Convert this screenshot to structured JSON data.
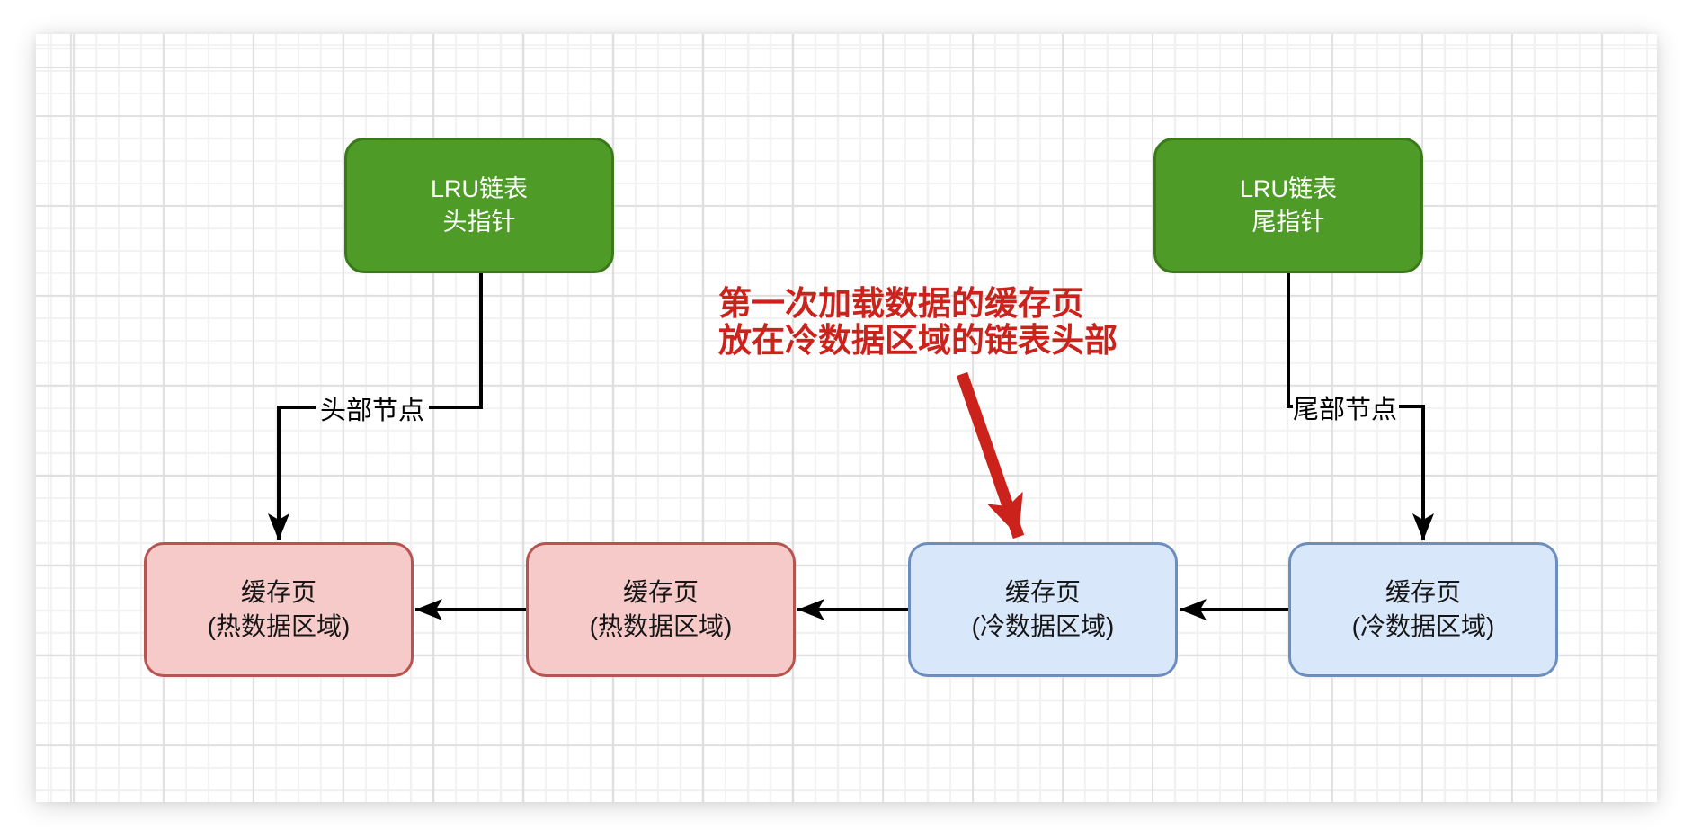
{
  "diagram": {
    "nodes": {
      "head_pointer": {
        "line1": "LRU链表",
        "line2": "头指针"
      },
      "tail_pointer": {
        "line1": "LRU链表",
        "line2": "尾指针"
      },
      "hot_page_1": {
        "line1": "缓存页",
        "line2": "(热数据区域)"
      },
      "hot_page_2": {
        "line1": "缓存页",
        "line2": "(热数据区域)"
      },
      "cold_page_1": {
        "line1": "缓存页",
        "line2": "(冷数据区域)"
      },
      "cold_page_2": {
        "line1": "缓存页",
        "line2": "(冷数据区域)"
      }
    },
    "edge_labels": {
      "head_node": "头部节点",
      "tail_node": "尾部节点"
    },
    "annotation": {
      "line1": "第一次加载数据的缓存页",
      "line2": "放在冷数据区域的链表头部"
    },
    "colors": {
      "green_fill": "#4e9b28",
      "green_stroke": "#3a7a19",
      "pink_fill": "#f6cac8",
      "pink_stroke": "#b85450",
      "blue_fill": "#d9e7fb",
      "blue_stroke": "#6c8ebf",
      "connector_black": "#000000",
      "annotation_red": "#cb231c"
    }
  }
}
